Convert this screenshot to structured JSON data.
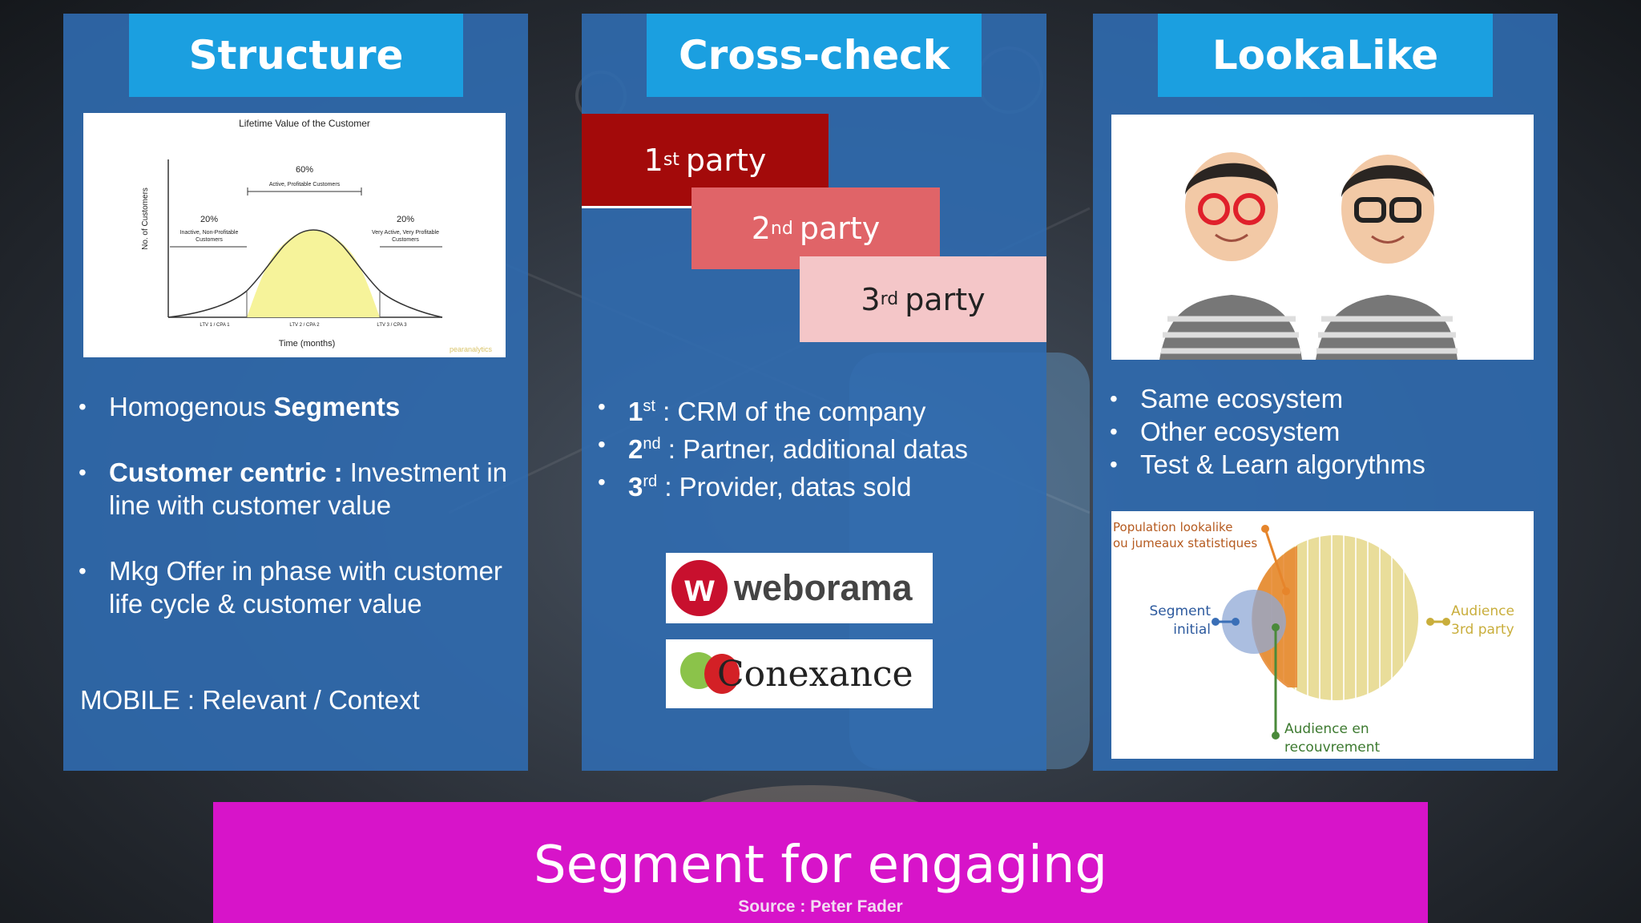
{
  "structure": {
    "title": "Structure",
    "chart": {
      "title": "Lifetime Value of the Customer",
      "ylabel": "No. of Customers",
      "xlabel": "Time (months)",
      "mid_pct": "60%",
      "mid_label": "Active, Profitable Customers",
      "left_pct": "20%",
      "left_label1": "Inactive, Non-Profitable",
      "left_label2": "Customers",
      "right_pct": "20%",
      "right_label1": "Very Active, Very Profitable",
      "right_label2": "Customers",
      "tick1": "LTV 1 / CPA 1",
      "tick2": "LTV 2 / CPA 2",
      "tick3": "LTV 3 / CPA 3",
      "brand": "pearanalytics"
    },
    "bullet1_pre": "Homogenous ",
    "bullet1_bold": "Segments",
    "bullet2_bold": "Customer centric :",
    "bullet2_text": " Investment in line with customer value",
    "bullet3": "Mkg Offer in phase with customer life cycle & customer value",
    "mobile": "MOBILE : Relevant / Context"
  },
  "crosscheck": {
    "title": "Cross-check",
    "party1_num": "1",
    "party1_sup": "st",
    "party1_word": "party",
    "party2_num": "2",
    "party2_sup": "nd",
    "party2_word": "party",
    "party3_num": "3",
    "party3_sup": "rd",
    "party3_word": "party",
    "b1_num": "1",
    "b1_sup": "st",
    "b1_text": " : CRM of the company",
    "b2_num": "2",
    "b2_sup": "nd",
    "b2_text": " : Partner, additional datas",
    "b3_num": "3",
    "b3_sup": "rd",
    "b3_text": " :  Provider, datas sold",
    "logo1_mark": "w",
    "logo1_text": "weborama",
    "logo2_text": "Conexance"
  },
  "lookalike": {
    "title": "LookaLike",
    "bullet1": "Same ecosystem",
    "bullet2": "Other ecosystem",
    "bullet3": "Test & Learn algorythms",
    "diagram": {
      "pop_line1": "Population lookalike",
      "pop_line2": "ou jumeaux statistiques",
      "seg_line1": "Segment",
      "seg_line2": "initial",
      "aud_line1": "Audience",
      "aud_line2": "3rd party",
      "rec_line1": "Audience en",
      "rec_line2": "recouvrement"
    }
  },
  "banner": {
    "title": "Segment for engaging",
    "source": "Source : Peter Fader"
  },
  "colors": {
    "panel": "#306cb0",
    "title_bar": "#1b9fe0",
    "banner": "#d714c9",
    "party1": "#a30a0a",
    "party2": "#e06468",
    "party3": "#f4c6c8",
    "weborama_red": "#c8102e",
    "conexance_green": "#8bc34a",
    "audience_gold": "#c9ae3c",
    "recouvrement_orange": "#e6852b",
    "segment_blue": "#3a6fb7",
    "bell_yellow": "#f6f39a"
  }
}
